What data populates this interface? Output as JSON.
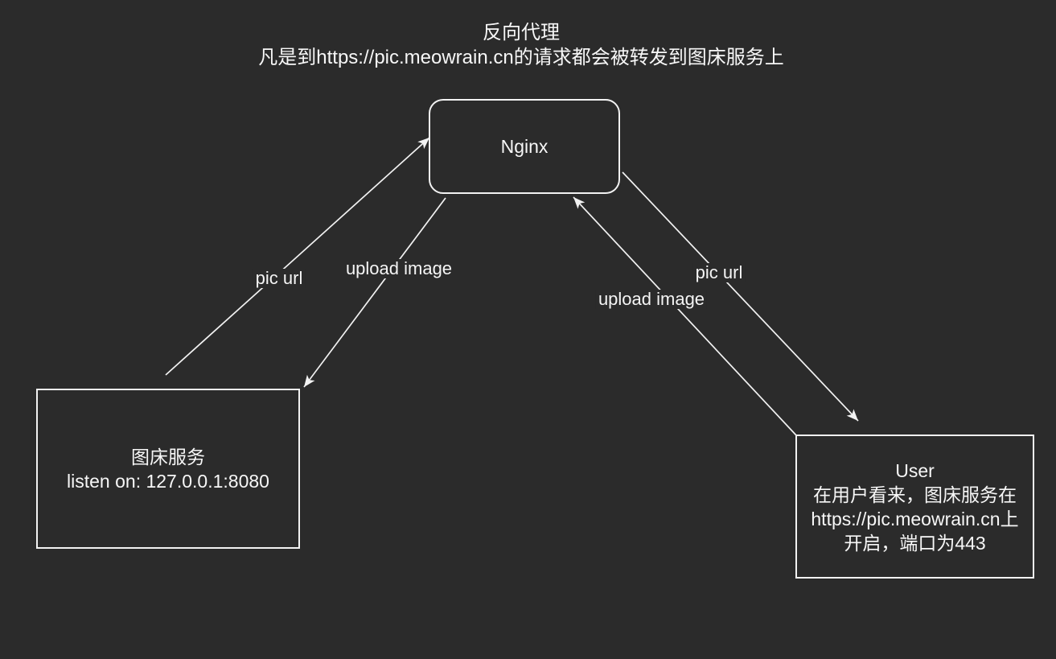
{
  "colors": {
    "background": "#2b2b2b",
    "stroke": "#f2f2f2",
    "text": "#f5f5f5"
  },
  "title": {
    "line1": "反向代理",
    "line2": "凡是到https://pic.meowrain.cn的请求都会被转发到图床服务上"
  },
  "nodes": {
    "nginx": {
      "label": "Nginx"
    },
    "image_bed": {
      "line1": "图床服务",
      "line2": "listen on: 127.0.0.1:8080"
    },
    "user": {
      "line1": "User",
      "line2": "在用户看来，图床服务在",
      "line3": "https://pic.meowrain.cn上",
      "line4": "开启，端口为443"
    }
  },
  "edges": {
    "pic_url_left": {
      "label": "pic url",
      "from": "image_bed",
      "to": "nginx"
    },
    "upload_image_left": {
      "label": "upload image",
      "from": "nginx",
      "to": "image_bed"
    },
    "upload_image_right": {
      "label": "upload image",
      "from": "user",
      "to": "nginx"
    },
    "pic_url_right": {
      "label": "pic url",
      "from": "nginx",
      "to": "user"
    }
  }
}
